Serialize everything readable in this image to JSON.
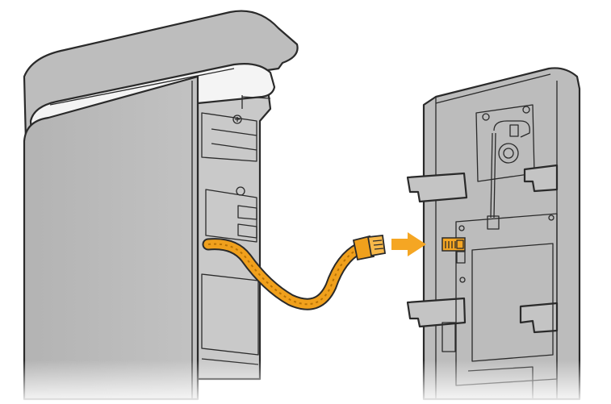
{
  "figure": {
    "colors": {
      "panel_fill": "#b9b9b9",
      "panel_shade": "#a9a9a9",
      "inner_fill": "#c8c8c8",
      "outline": "#2a2a2a",
      "cable": "#f0a01c",
      "cable_dark": "#b87306",
      "arrow": "#f5a623",
      "highlight": "#f5a623"
    },
    "icons": [
      "lan-cable",
      "insert-arrow",
      "lan-port"
    ]
  }
}
